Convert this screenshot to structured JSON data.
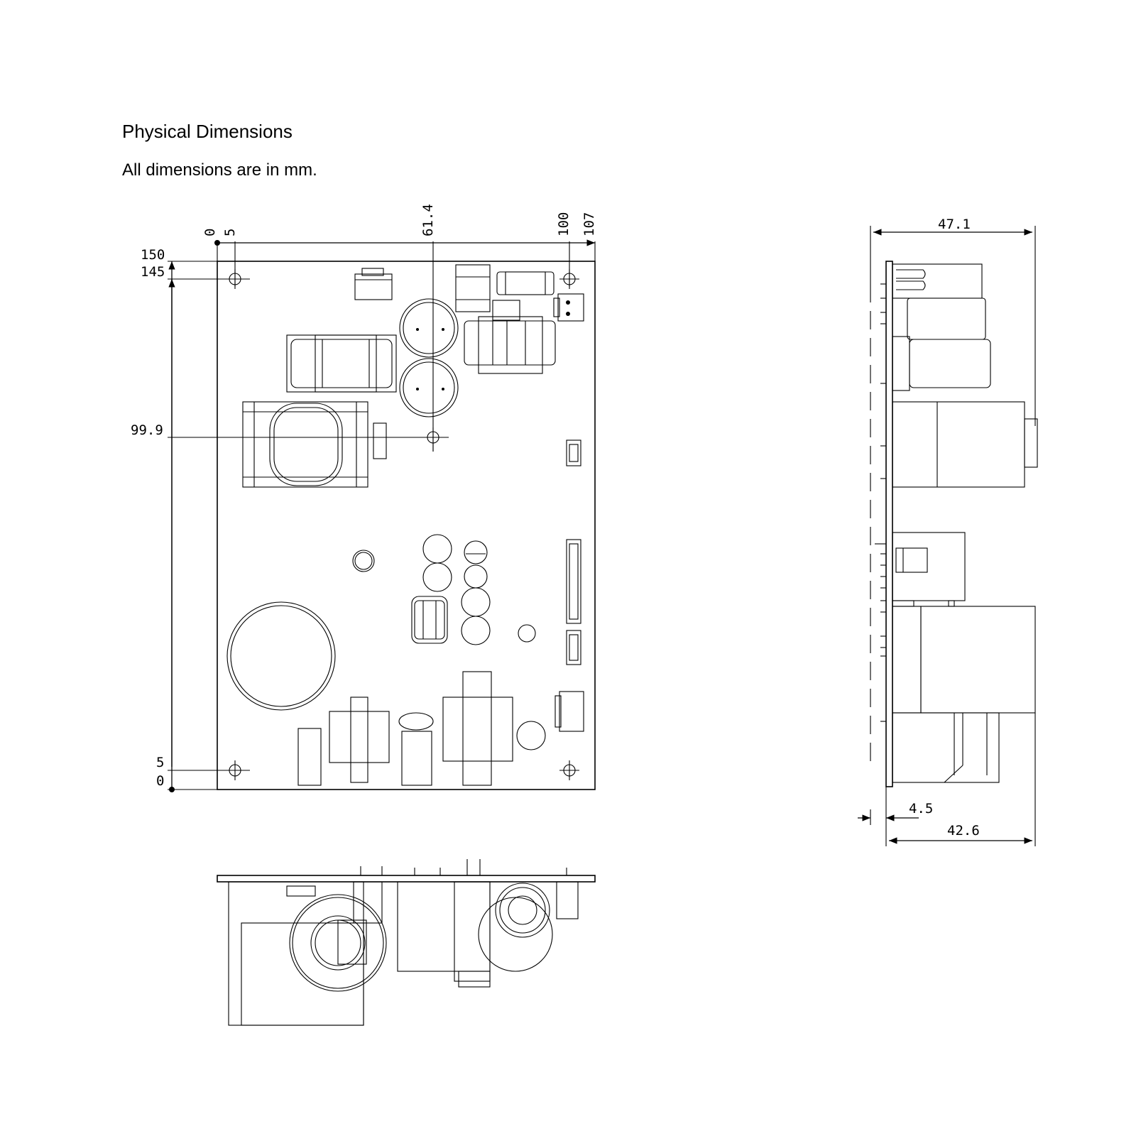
{
  "header": {
    "title": "Physical Dimensions",
    "note": "All dimensions are in mm."
  },
  "top_view": {
    "x_dims": [
      "0",
      "5",
      "61.4",
      "100",
      "107"
    ],
    "y_dims": [
      "150",
      "145",
      "99.9",
      "5",
      "0"
    ]
  },
  "side_view": {
    "width_label": "47.1",
    "offset_label": "4.5",
    "depth_label": "42.6"
  }
}
